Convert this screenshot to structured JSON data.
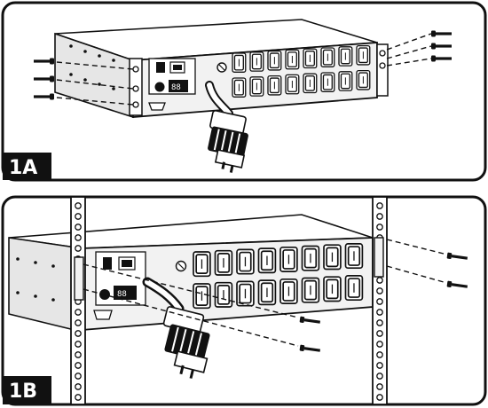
{
  "panels": [
    {
      "id": "1A",
      "label": "1A"
    },
    {
      "id": "1B",
      "label": "1B"
    }
  ],
  "display": {
    "readout": "88"
  },
  "colors": {
    "ink": "#111111",
    "paper": "#ffffff",
    "panel_front": "#f2f2f2",
    "chassis_side": "#e6e6e6"
  },
  "icons": [
    "screw-icon",
    "outlet-icon",
    "power-plug-icon",
    "ground-screw-icon"
  ]
}
